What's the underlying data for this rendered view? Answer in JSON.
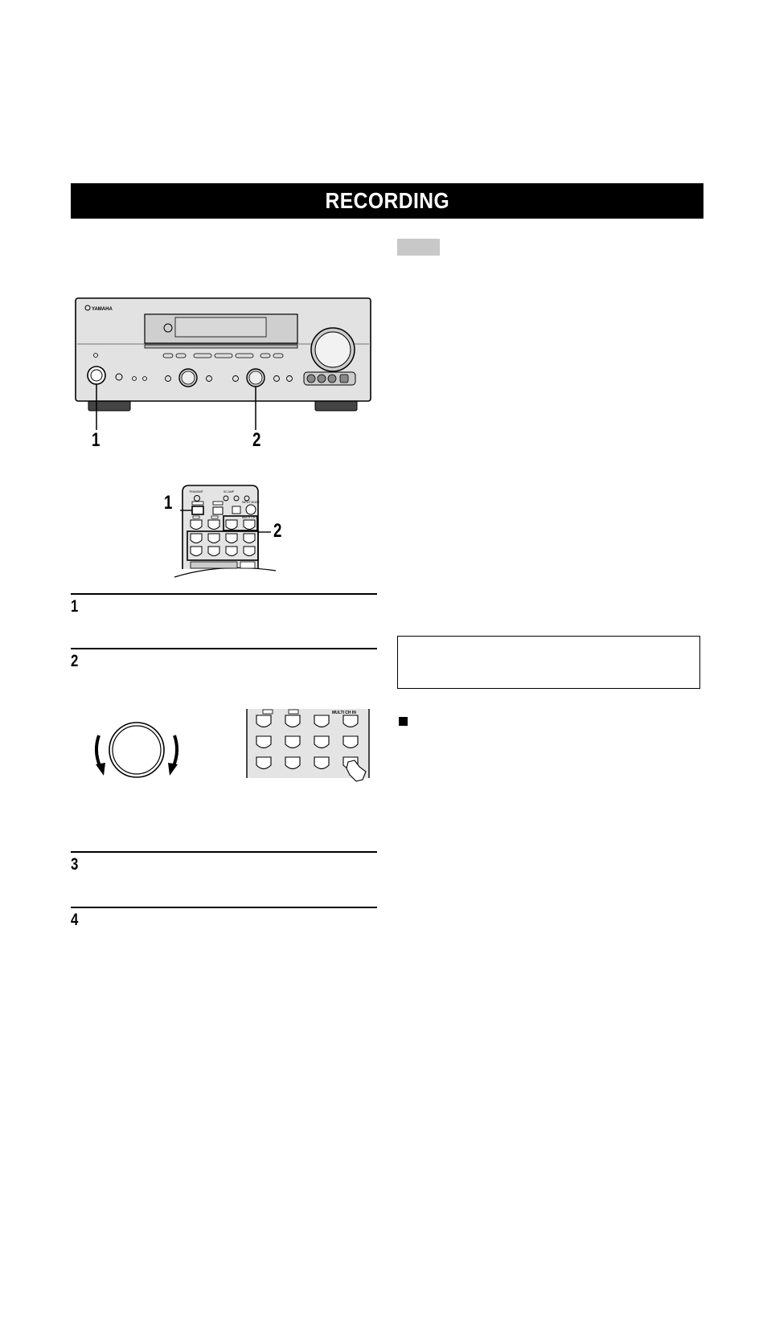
{
  "header": {
    "title": "RECORDING"
  },
  "figure_front_panel": {
    "brand": "YAMAHA",
    "callouts": [
      "1",
      "2"
    ]
  },
  "figure_remote": {
    "callouts": [
      "1",
      "2"
    ],
    "labels": [
      "TRANSMIT",
      "SC AMP",
      "INPUT MODE",
      "MULTI CH IN"
    ]
  },
  "figure_remote_detail": {
    "label": "MULTI CH IN"
  },
  "steps": [
    {
      "number": "1"
    },
    {
      "number": "2"
    },
    {
      "number": "3"
    },
    {
      "number": "4"
    }
  ]
}
